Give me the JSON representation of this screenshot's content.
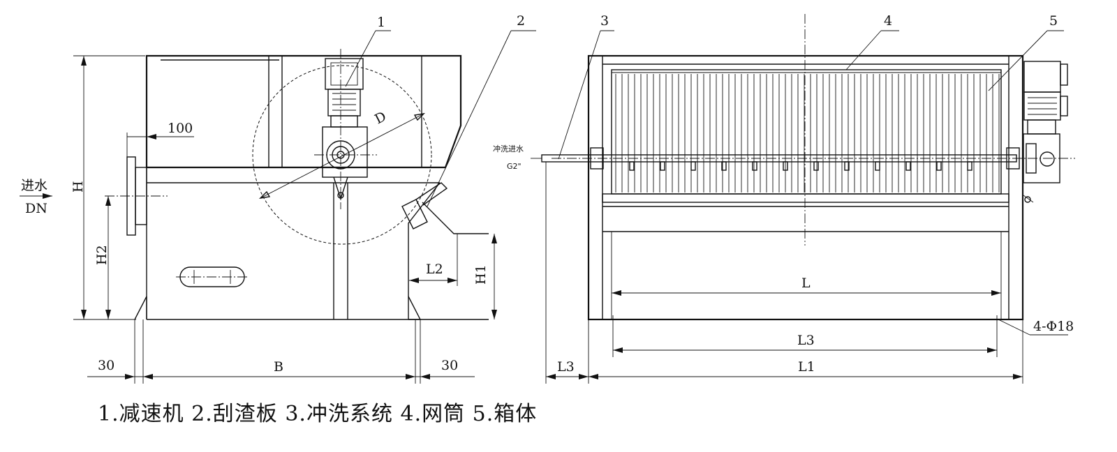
{
  "labels": {
    "callout_1": "1",
    "callout_2": "2",
    "callout_3": "3",
    "callout_4": "4",
    "callout_5": "5",
    "inlet_top": "进水",
    "inlet_bottom": "DN",
    "flush_top": "冲洗进水",
    "flush_bottom": "G2\"",
    "mount_holes": "4-Φ18"
  },
  "dimensions": {
    "d100": "100",
    "H": "H",
    "H2": "H2",
    "H1": "H1",
    "L2": "L2",
    "B": "B",
    "left_30": "30",
    "right_30": "30",
    "D": "D",
    "L": "L",
    "L3_inner": "L3",
    "L3_outer": "L3",
    "L1": "L1"
  },
  "legend": "1.减速机 2.刮渣板 3.冲洗系统 4.网筒 5.箱体"
}
